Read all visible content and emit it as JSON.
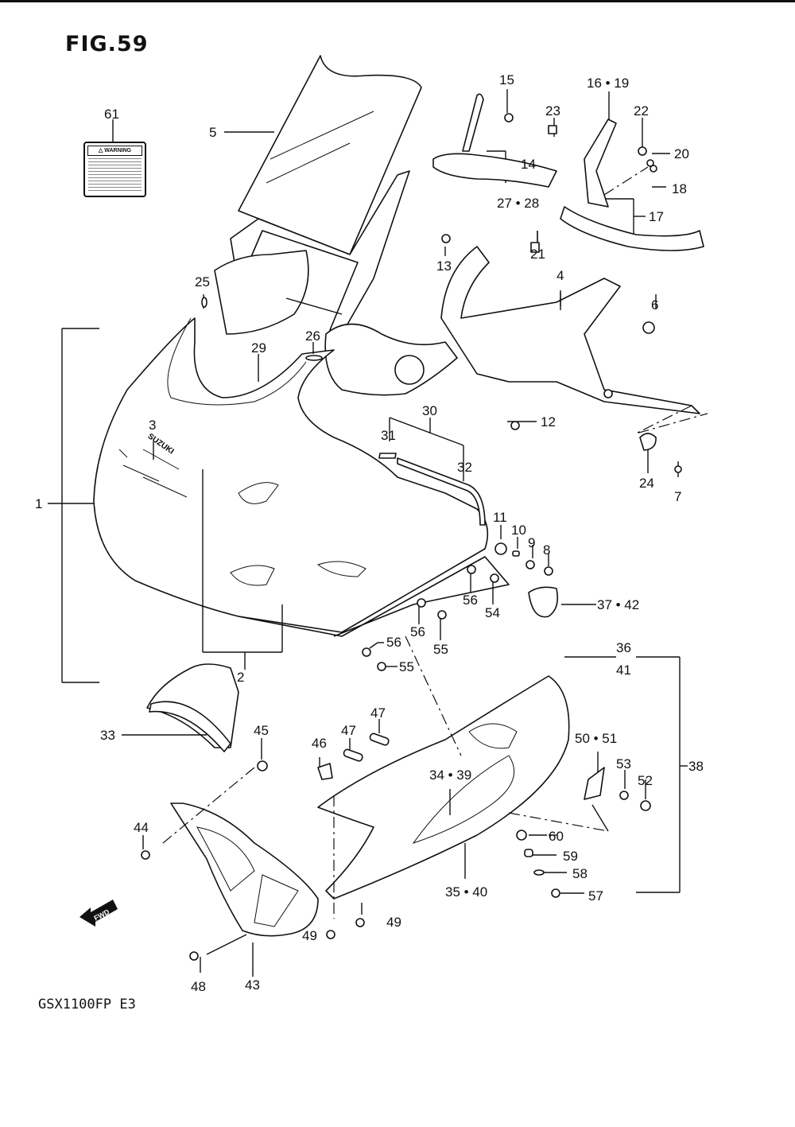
{
  "figure": {
    "title": "FIG.59",
    "model_code": "GSX1100FP E3",
    "subject": "Cowling body / windscreen / under cowling parts diagram"
  },
  "warning_label": {
    "callout": "61",
    "heading": "WARNING",
    "icon": "warning-triangle-icon"
  },
  "logo_text": "SUZUKI",
  "direction_indicator": {
    "label": "FWD",
    "icon": "arrow-left-icon"
  },
  "callouts": {
    "c1": "1",
    "c2": "2",
    "c3": "3",
    "c4": "4",
    "c5": "5",
    "c6": "6",
    "c7": "7",
    "c8": "8",
    "c9": "9",
    "c10": "10",
    "c11": "11",
    "c12": "12",
    "c13": "13",
    "c14": "14",
    "c15": "15",
    "c16_19": "16 • 19",
    "c17": "17",
    "c18": "18",
    "c20": "20",
    "c21": "21",
    "c22": "22",
    "c23": "23",
    "c24": "24",
    "c25": "25",
    "c26": "26",
    "c27_28": "27 • 28",
    "c29": "29",
    "c30": "30",
    "c31": "31",
    "c32": "32",
    "c33": "33",
    "c34_39": "34 • 39",
    "c35_40": "35 • 40",
    "c36_41_top": "36",
    "c36_41_bottom": "41",
    "c37_42": "37 • 42",
    "c38": "38",
    "c43": "43",
    "c44": "44",
    "c45": "45",
    "c46": "46",
    "c47a": "47",
    "c47b": "47",
    "c48": "48",
    "c49a": "49",
    "c49b": "49",
    "c50_51": "50 • 51",
    "c52": "52",
    "c53": "53",
    "c54": "54",
    "c55a": "55",
    "c55b": "55",
    "c56a": "56",
    "c56b": "56",
    "c56c": "56",
    "c57": "57",
    "c58": "58",
    "c59": "59",
    "c60": "60"
  }
}
